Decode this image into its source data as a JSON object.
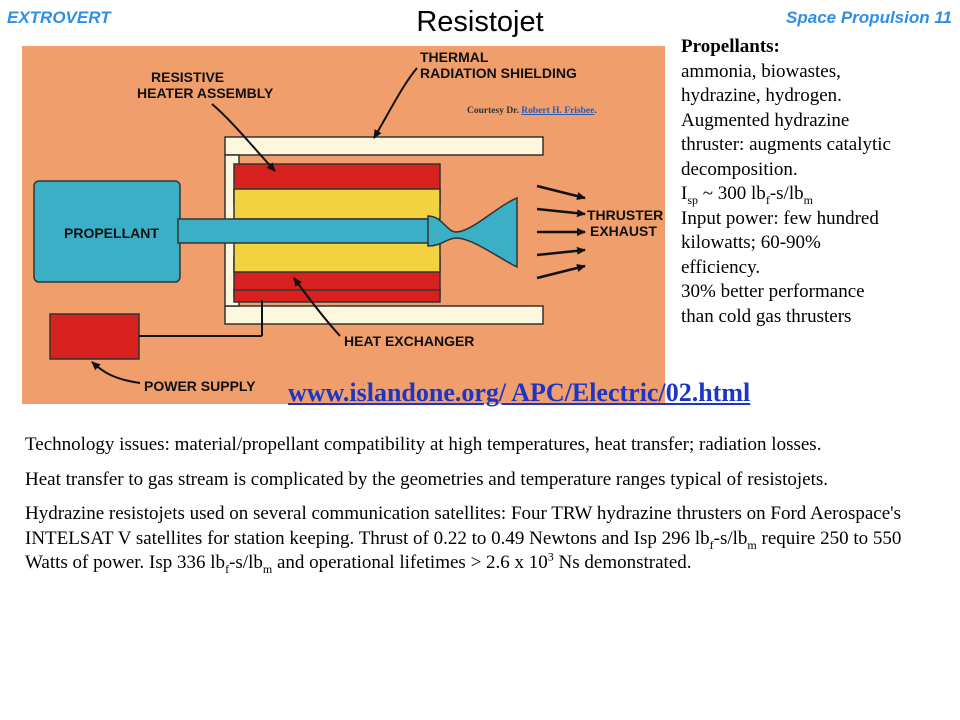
{
  "header": {
    "left_tag": "EXTROVERT",
    "title": "Resistojet",
    "right_tag": "Space Propulsion 11"
  },
  "diagram": {
    "labels": {
      "resistive_line1": "RESISTIVE",
      "resistive_line2": "HEATER ASSEMBLY",
      "thermal_line1": "THERMAL",
      "thermal_line2": "RADIATION SHIELDING",
      "propellant": "PROPELLANT",
      "thruster_line1": "THRUSTER",
      "thruster_line2": "EXHAUST",
      "heat_exchanger": "HEAT EXCHANGER",
      "power_supply": "POWER SUPPLY"
    },
    "courtesy_prefix": "Courtesy Dr.",
    "courtesy_link": "Robert H. Frisbee",
    "courtesy_suffix": ".",
    "colors": {
      "background": "#ef9e6c",
      "heater_red": "#d8201f",
      "inner_yellow": "#f2d23f",
      "propellant_teal": "#3aafc5",
      "shield": "#fdf8dd"
    }
  },
  "propellants": {
    "heading": "Propellants:",
    "line1": "ammonia, biowastes,",
    "line2": "hydrazine, hydrogen.",
    "line3": "Augmented hydrazine",
    "line4": "thruster: augments catalytic",
    "line5": "decomposition.",
    "isp_I": "I",
    "isp_sub": "sp",
    "isp_mid": " ~ 300 lb",
    "isp_f": "f",
    "isp_unit": "-s/lb",
    "isp_m": "m",
    "line7": "Input power: few hundred",
    "line8": "kilowatts; 60-90%",
    "line9": "efficiency.",
    "line10": "30% better performance",
    "line11": "than cold gas thrusters"
  },
  "link": {
    "url_text": "www.islandone.org/ APC/Electric/02.html"
  },
  "body": {
    "p1": "Technology issues: material/propellant compatibility at high temperatures, heat transfer; radiation losses.",
    "p2": "Heat transfer to gas stream is complicated by the geometries and temperature ranges typical of resistojets.",
    "p3_a": "Hydrazine resistojets used on several communication satellites:  Four TRW hydrazine thrusters on Ford Aerospace's INTELSAT V satellites for station keeping. Thrust of 0.22 to 0.49 Newtons and Isp 296 lb",
    "p3_f1": "f",
    "p3_b": "-s/lb",
    "p3_m1": "m",
    "p3_c": " require 250 to 550 Watts of power. Isp 336 lb",
    "p3_f2": "f",
    "p3_d": "-s/lb",
    "p3_m2": "m",
    "p3_e": " and operational lifetimes  > 2.6 x 10",
    "p3_sup": "3",
    "p3_g": " Ns demonstrated."
  }
}
